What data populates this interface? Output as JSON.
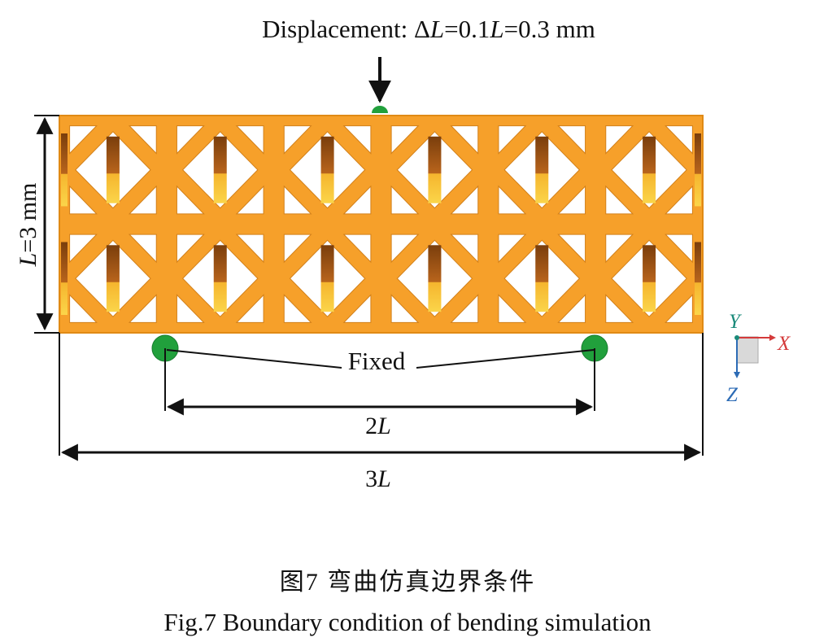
{
  "labels": {
    "displacement_prefix": "Displacement: ",
    "delta": "Δ",
    "L": "L",
    "eq1": "=0.1",
    "eq2": "=0.3 mm",
    "height_dim": "=3 mm",
    "fixed": "Fixed",
    "two": "2",
    "three": "3"
  },
  "axes": {
    "y": "Y",
    "x": "X",
    "z": "Z"
  },
  "caption": {
    "cn": "图7  弯曲仿真边界条件",
    "en": "Fig.7  Boundary condition of bending simulation"
  },
  "colors": {
    "lattice": "#f6a02a",
    "lattice_edge": "#e08a15",
    "strut_dark": "#8a4a10",
    "strut_light": "#f7c23a",
    "support": "#21a03c",
    "axis_y": "#1a8a7a",
    "axis_x": "#d43a3a",
    "axis_z": "#2c6bb5"
  }
}
